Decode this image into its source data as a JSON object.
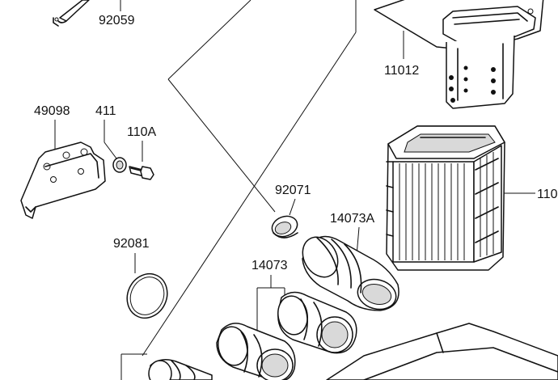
{
  "parts": {
    "p92059": "92059",
    "p11012": "11012",
    "p49098": "49098",
    "p411": "411",
    "p110a": "110A",
    "p92071": "92071",
    "p14073a": "14073A",
    "p92081": "92081",
    "p14073": "14073",
    "p110_clipped": "110"
  }
}
